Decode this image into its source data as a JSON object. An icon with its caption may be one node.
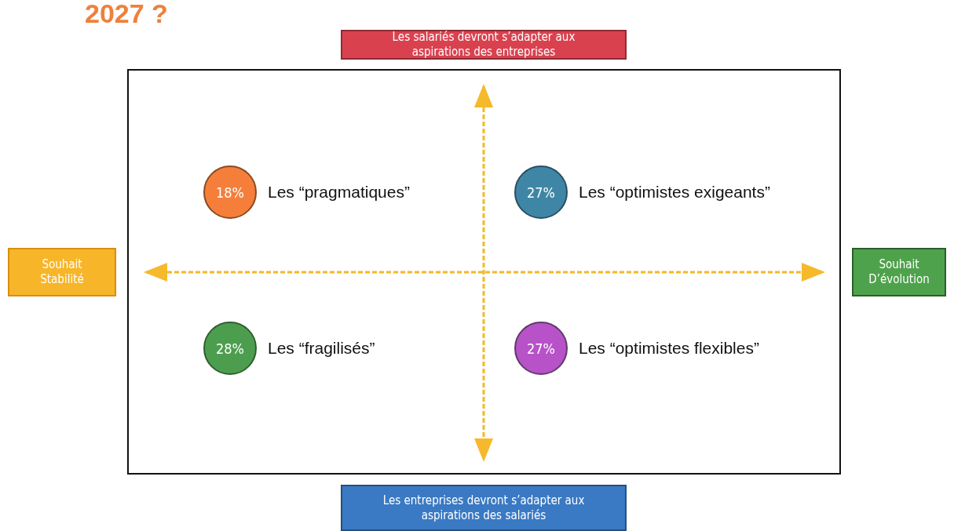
{
  "diagram": {
    "title": "2027 ?",
    "nodes": [
      {
        "text": [
          "Les salariés devront s’adapter aux aspirations des entreprises"
        ]
      },
      {
        "text": [
          "Souhait Stabilité"
        ]
      },
      {
        "text": [],
        "shape": "box"
      },
      {
        "text": [
          "18%"
        ],
        "in": 2,
        "beside": [
          "Les “pragmatiques”"
        ]
      },
      {
        "text": [
          "27%"
        ],
        "in": 2,
        "beside": [
          "Les “optimistes exigeants”"
        ]
      },
      {
        "text": [
          "28%"
        ],
        "in": 2,
        "beside": [
          "Les “fragilisés”"
        ]
      },
      {
        "text": [
          "27%"
        ],
        "in": 2,
        "beside": [
          "Les “optimistes flexibles”"
        ]
      },
      {
        "text": [
          "Souhait D’évolution"
        ]
      },
      {
        "text": [
          "Les entreprises devront s’adapter aux aspirations des salariés"
        ]
      }
    ],
    "edges": []
  }
}
